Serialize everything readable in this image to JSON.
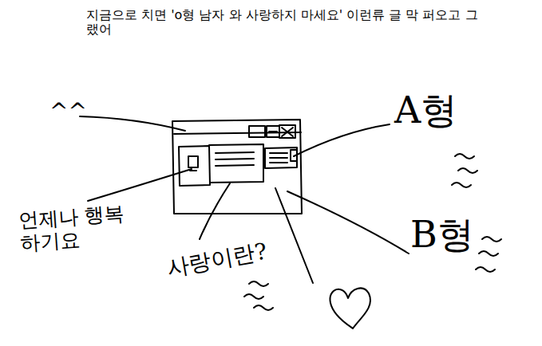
{
  "diagram": {
    "title": "지금으로 치면 'o형 남자 와 사랑하지 마세요' 이런류 글 막 퍼오고 그랬어",
    "labels": [
      "^^",
      "언제나 행복하기요",
      "사랑이란?",
      "A형",
      "B형"
    ]
  }
}
